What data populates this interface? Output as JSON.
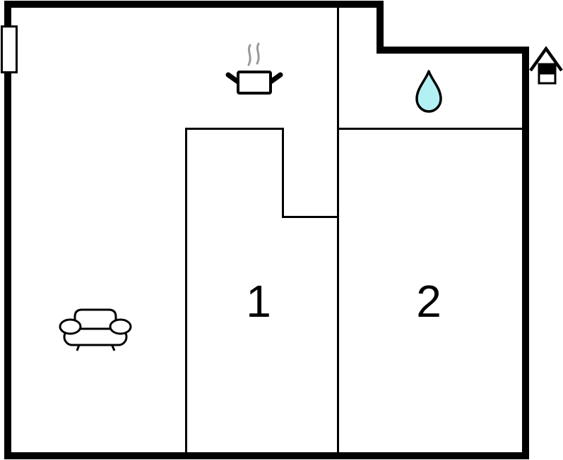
{
  "floorplan": {
    "rooms": [
      {
        "label": "1"
      },
      {
        "label": "2"
      }
    ],
    "icons": {
      "kitchen": "cooking-pot-icon",
      "bathroom": "water-drop-icon",
      "living_area": "sofa-icon",
      "entrance": "house-icon",
      "left_wall": "window-marker"
    },
    "colors": {
      "wall": "#000000",
      "background": "#ffffff",
      "water_drop": "#b3f0f4",
      "steam_gray": "#9a9a9a"
    }
  }
}
